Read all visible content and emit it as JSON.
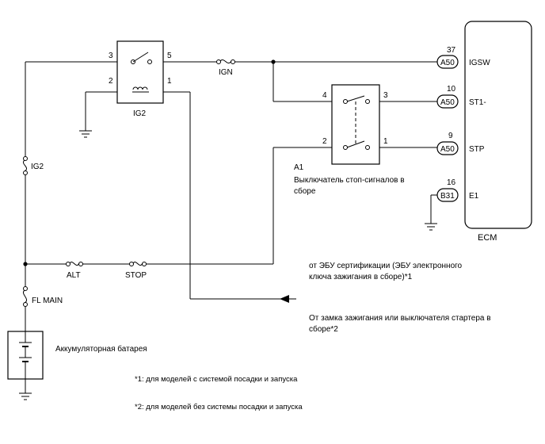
{
  "ecm": {
    "label": "ECM"
  },
  "pins": [
    {
      "num": "37",
      "conn": "A50",
      "name": "IGSW"
    },
    {
      "num": "10",
      "conn": "A50",
      "name": "ST1-"
    },
    {
      "num": "9",
      "conn": "A50",
      "name": "STP"
    },
    {
      "num": "16",
      "conn": "B31",
      "name": "E1"
    }
  ],
  "ig2_relay": {
    "label": "IG2",
    "pin3": "3",
    "pin5": "5",
    "pin2": "2",
    "pin1": "1"
  },
  "fuses": {
    "ign": "IGN",
    "ig2": "IG2",
    "alt": "ALT",
    "stop": "STOP",
    "fl_main": "FL MAIN"
  },
  "stop_switch": {
    "id": "A1",
    "name_line1": "Выключатель стоп-сигналов в",
    "name_line2": "сборе",
    "pin4": "4",
    "pin3": "3",
    "pin2": "2",
    "pin1": "1"
  },
  "battery": {
    "label": "Аккумуляторная батарея"
  },
  "notes": {
    "from_cert_ecu_line1": "от ЭБУ сертификации (ЭБУ электронного",
    "from_cert_ecu_line2": "ключа зажигания в сборе)*1",
    "from_ign_switch_line1": "От замка зажигания или выключателя стартера в",
    "from_ign_switch_line2": "сборе*2",
    "footnote1": "*1: для моделей с системой посадки и запуска",
    "footnote2": "*2: для моделей без системы посадки и запуска"
  }
}
